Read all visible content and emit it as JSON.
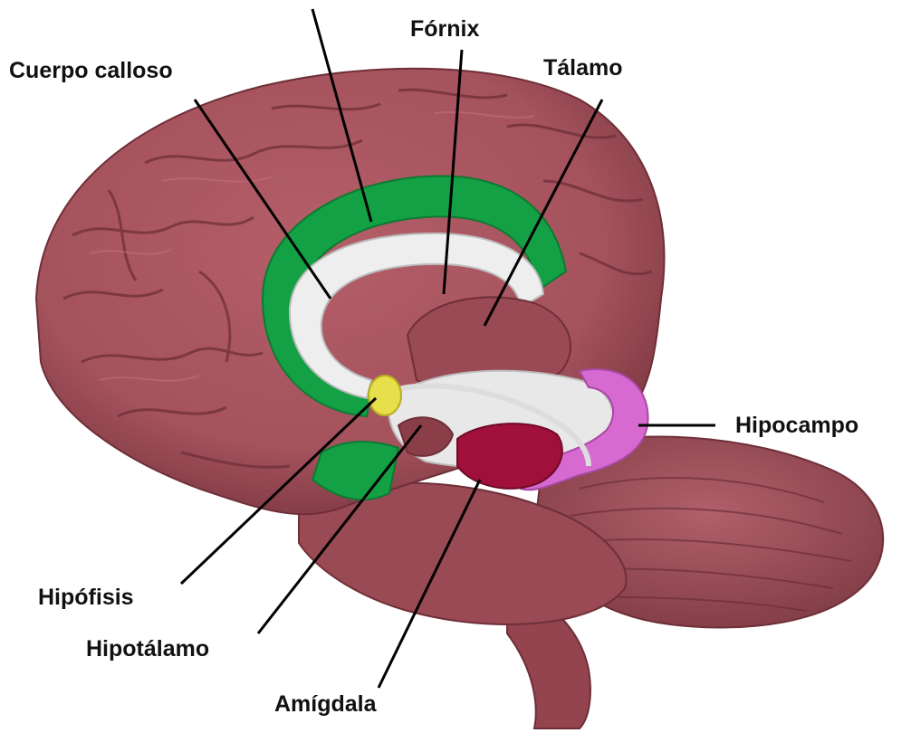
{
  "diagram": {
    "colors": {
      "cortex": "#a4525c",
      "cortex_shadow": "#6e2f38",
      "cortex_highlight": "#c06a72",
      "cingulate": "#14a044",
      "corpus_callosum": "#eeeeee",
      "pituitary": "#e8e04a",
      "hippocampus": "#d66ad0",
      "amygdala": "#a0103a",
      "fornix": "#dddddd",
      "leader_line": "#000000"
    },
    "labels": {
      "fornix": "Fórnix",
      "corpus_callosum": "Cuerpo calloso",
      "thalamus": "Tálamo",
      "hippocampus": "Hipocampo",
      "pituitary": "Hipófisis",
      "hypothalamus": "Hipotálamo",
      "amygdala": "Amígdala"
    }
  }
}
